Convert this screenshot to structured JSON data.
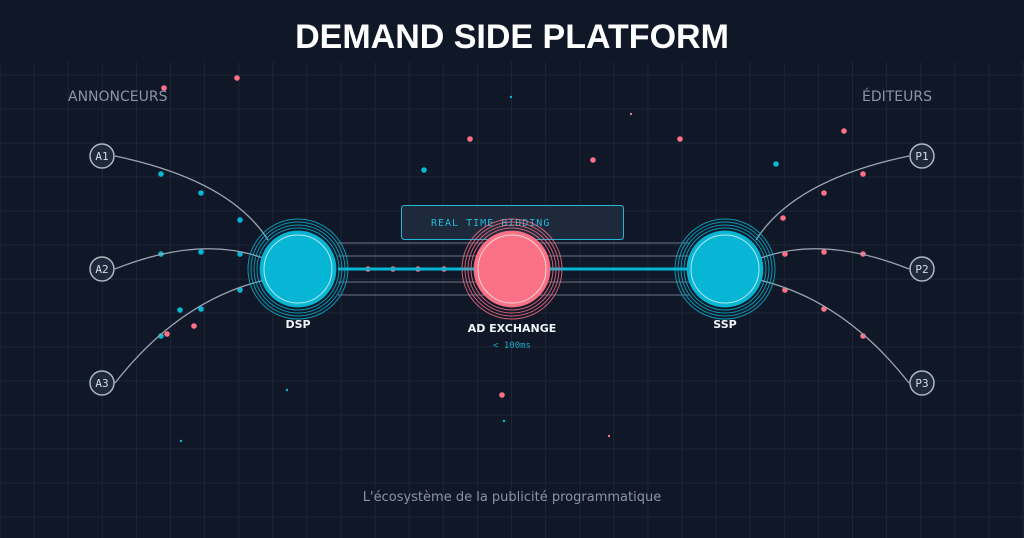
{
  "title": "DEMAND SIDE PLATFORM",
  "subtitle": "L'écosystème de la publicité programmatique",
  "left_group": "ANNONCEURS",
  "right_group": "ÉDITEURS",
  "advertisers": [
    "A1",
    "A2",
    "A3"
  ],
  "publishers": [
    "P1",
    "P2",
    "P3"
  ],
  "hubs": {
    "dsp": "DSP",
    "exchange": "AD EXCHANGE",
    "ssp": "SSP"
  },
  "rtb_label": "REAL TIME BIDDING",
  "latency": "< 100ms",
  "colors": {
    "background": "#101828",
    "cyan": "#06b6d4",
    "pink": "#fb7185",
    "grid": "#1c2638",
    "line": "#9aa3b2"
  }
}
